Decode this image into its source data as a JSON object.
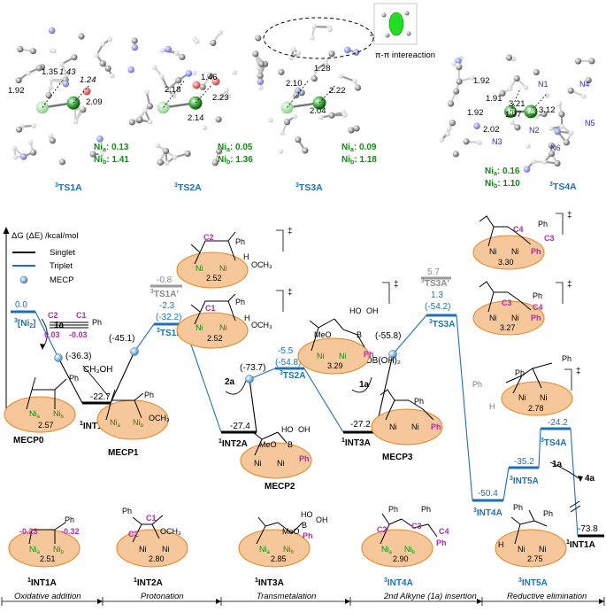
{
  "colors": {
    "singlet": "#000000",
    "triplet": "#1f6fb5",
    "mecp": "#7fb2dd",
    "grey_state": "#9a9a9a",
    "complex_fill": "#f6c79a",
    "complex_stroke": "#e28a2e",
    "ni_label": "#118a11",
    "phenyl_label": "#b02aa8"
  },
  "top_structures": [
    {
      "label_sup": "3",
      "label": "TS1A",
      "spin_a_label": "Ni",
      "spin_a_sub": "a",
      "spin_a": ": 0.13",
      "spin_b_label": "Ni",
      "spin_b_sub": "b",
      "spin_b": ": 1.41",
      "distances": [
        "1.35",
        "1.43",
        "1.24",
        "1.92",
        "2.09"
      ]
    },
    {
      "label_sup": "3",
      "label": "TS2A",
      "spin_a_label": "Ni",
      "spin_a_sub": "a",
      "spin_a": ": 0.05",
      "spin_b_label": "Ni",
      "spin_b_sub": "b",
      "spin_b": ": 1.36",
      "distances": [
        "1.46",
        "2.18",
        "2.23",
        "2.14"
      ]
    },
    {
      "label_sup": "3",
      "label": "TS3A",
      "spin_a_label": "Ni",
      "spin_a_sub": "a",
      "spin_a": ": 0.09",
      "spin_b_label": "Ni",
      "spin_b_sub": "b",
      "spin_b": ": 1.18",
      "distances": [
        "1.28",
        "2.10",
        "2.22",
        "2.04"
      ],
      "annotation": "π-π intereaction"
    },
    {
      "label_sup": "3",
      "label": "TS4A",
      "spin_a_label": "Ni",
      "spin_a_sub": "a",
      "spin_a": ": 0.16",
      "spin_b_label": "Ni",
      "spin_b_sub": "b",
      "spin_b": ": 1.10",
      "distances": [
        "1.92",
        "1.91",
        "3.21",
        "1.92",
        "1.97",
        "3.12",
        "2.02"
      ],
      "atom_labels": [
        "N1",
        "N4",
        "N2",
        "N5",
        "N3",
        "N6",
        "Ni",
        "Ni"
      ]
    }
  ],
  "legend": {
    "axis_label": "ΔG (ΔE) /kcal/mol",
    "singlet": "Singlet",
    "triplet": "Triplet",
    "mecp": "MECP"
  },
  "levels": [
    {
      "id": "ni2",
      "label_sup": "3",
      "label": "[Ni",
      "label_sub": "2",
      "label_end": "]",
      "value": "0.0",
      "spin": "triplet"
    },
    {
      "id": "int1a",
      "label_sup": "1",
      "label": "INT1A",
      "value": "-22.7",
      "spin": "singlet"
    },
    {
      "id": "ts1a",
      "label_sup": "3",
      "label": "TS1A",
      "value": "-2.3",
      "paren": "(-32.2)",
      "spin": "triplet"
    },
    {
      "id": "ts1a_alt",
      "label_sup": "3",
      "label": "TS1A'",
      "value": "-0.8",
      "spin": "grey"
    },
    {
      "id": "int2a",
      "label_sup": "1",
      "label": "INT2A",
      "value": "-27.4",
      "spin": "singlet"
    },
    {
      "id": "ts2a",
      "label_sup": "3",
      "label": "TS2A",
      "value": "-5.5",
      "paren": "(-54.8)",
      "spin": "triplet"
    },
    {
      "id": "int3a",
      "label_sup": "1",
      "label": "INT3A",
      "value": "-27.2",
      "spin": "singlet"
    },
    {
      "id": "ts3a",
      "label_sup": "3",
      "label": "TS3A",
      "value": "1.3",
      "paren": "(-54.2)",
      "spin": "triplet"
    },
    {
      "id": "ts3a_alt",
      "label_sup": "3",
      "label": "TS3A'",
      "value": "5.7",
      "spin": "grey"
    },
    {
      "id": "int4a",
      "label_sup": "3",
      "label": "INT4A",
      "value": "-50.4",
      "spin": "triplet"
    },
    {
      "id": "int5a",
      "label_sup": "3",
      "label": "INT5A",
      "value": "-35.2",
      "spin": "triplet"
    },
    {
      "id": "ts4a",
      "label_sup": "3",
      "label": "TS4A",
      "value": "-24.2",
      "spin": "triplet"
    },
    {
      "id": "int1a_end",
      "label_sup": "1",
      "label": "INT1A",
      "value": "-73.8",
      "spin": "singlet"
    }
  ],
  "mecps": [
    {
      "label": "MECP0",
      "value": "(-36.3)"
    },
    {
      "label": "MECP1",
      "value": "(-45.1)"
    },
    {
      "label": "MECP2",
      "value": "(-73.7)"
    },
    {
      "label": "MECP3",
      "value": "(-55.8)"
    }
  ],
  "reagents": {
    "r1a": "1a",
    "methanol": "CH₃OH",
    "r2a": "2a",
    "r1a_second": "1a",
    "boronic": "MeOB(OH)₂",
    "r1a_third": "1a",
    "product": "4a",
    "alkyne_c2": "C2",
    "alkyne_c1": "C1",
    "alkyne_ph": "Ph",
    "charge_c2": "0.03",
    "charge_c1": "-0.03"
  },
  "complexes": {
    "mecp0_dist": "2.57",
    "ts1a_alt_dist": "2.52",
    "ts1a_dist": "2.52",
    "ts2a_dist": "3.29",
    "ts3a_alt_dist": "3.30",
    "ts3a_dist": "3.27",
    "ts4a_dist": "2.78",
    "int1a_dist": "2.51",
    "int2a_dist": "2.80",
    "int3a_dist": "2.85",
    "int4a_dist": "2.90",
    "int5a_dist": "2.75",
    "int1a_charge_a": "-0.23",
    "int1a_charge_b": "-0.32",
    "ni_a": "Ni",
    "ni_a_sub": "a",
    "ni_b": "Ni",
    "ni_b_sub": "b",
    "ni": "Ni",
    "ph": "Ph",
    "och3": "OCH₃",
    "h": "H",
    "meo": "MeO",
    "b": "B",
    "ho": "HO",
    "oh": "OH",
    "c1": "C1",
    "c2": "C2",
    "c3": "C3",
    "c4": "C4",
    "ddagger": "‡"
  },
  "bottom_labels": [
    {
      "label_sup": "1",
      "label": "INT1A"
    },
    {
      "label_sup": "1",
      "label": "INT2A"
    },
    {
      "label_sup": "1",
      "label": "INT3A"
    },
    {
      "label_sup": "3",
      "label": "INT4A"
    },
    {
      "label_sup": "3",
      "label": "INT5A"
    }
  ],
  "stages": [
    "Oxidative addition",
    "Protonation",
    "Transmetalation",
    "2nd Alkyne (1a) insertion",
    "Reductive elimination"
  ],
  "stage_ordinal_sup": "nd"
}
